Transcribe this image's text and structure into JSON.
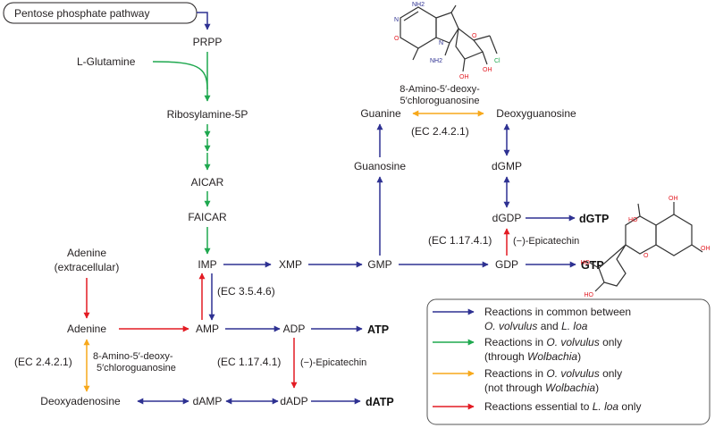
{
  "colors": {
    "common": "#2e3192",
    "ovolvulus": "#1fa84f",
    "not_wolbachia": "#f7a81b",
    "loa": "#e31b23"
  },
  "nodes": {
    "pentose": "Pentose phosphate pathway",
    "prpp": "PRPP",
    "glutamine": "L-Glutamine",
    "ribosylamine": "Ribosylamine-5P",
    "aicar": "AICAR",
    "faicar": "FAICAR",
    "imp": "IMP",
    "xmp": "XMP",
    "gmp": "GMP",
    "gdp": "GDP",
    "gtp": "GTP",
    "dgdp": "dGDP",
    "dgtp": "dGTP",
    "dgmp": "dGMP",
    "deoxyguanosine": "Deoxyguanosine",
    "guanine": "Guanine",
    "guanosine": "Guanosine",
    "adenine_ext_1": "Adenine",
    "adenine_ext_2": "(extracellular)",
    "adenine": "Adenine",
    "amp": "AMP",
    "adp": "ADP",
    "atp": "ATP",
    "dadp": "dADP",
    "datp": "dATP",
    "damp": "dAMP",
    "deoxyadenosine": "Deoxyadenosine"
  },
  "labels": {
    "ec_354": "(EC 3.5.4.6)",
    "ec_2421_left": "(EC 2.4.2.1)",
    "ec_2421_right": "(EC 2.4.2.1)",
    "ec_11741_left": "(EC 1.17.4.1)",
    "ec_11741_right": "(EC 1.17.4.1)",
    "epicatechin_left": "(−)-Epicatechin",
    "epicatechin_right": "(−)-Epicatechin",
    "chloro_left_1": "8-Amino-5′-deoxy-",
    "chloro_left_2": "5′chloroguanosine",
    "chloro_top_1": "8-Amino-5′-deoxy-",
    "chloro_top_2": "5′chloroguanosine"
  },
  "legend": {
    "common_1": "Reactions in common between",
    "common_2_a": "O. volvulus",
    "common_2_b": " and ",
    "common_2_c": "L. loa",
    "ovol_1_a": "Reactions in ",
    "ovol_1_b": "O. volvulus",
    "ovol_1_c": " only",
    "ovol_2_a": "(through ",
    "ovol_2_b": "Wolbachia",
    "ovol_2_c": ")",
    "notwol_1_a": "Reactions in ",
    "notwol_1_b": "O. volvulus",
    "notwol_1_c": " only",
    "notwol_2_a": "(not through ",
    "notwol_2_b": "Wolbachia",
    "notwol_2_c": ")",
    "loa_1_a": "Reactions essential to ",
    "loa_1_b": "L. loa",
    "loa_1_c": " only"
  },
  "molecules": {
    "nucleoside_atoms": {
      "n1": "N",
      "n2": "N",
      "nh2_top": "NH2",
      "o_carbonyl": "O",
      "nh2_bottom": "NH2",
      "o_ring": "O",
      "oh_1": "OH",
      "oh_2": "OH",
      "cl": "Cl"
    },
    "epicatechin_atoms": {
      "oh_top": "HO",
      "oh_a": "OH",
      "oh_b": "OH",
      "oh_c": "HO",
      "oh_d": "HO",
      "o_ring": "O"
    }
  }
}
